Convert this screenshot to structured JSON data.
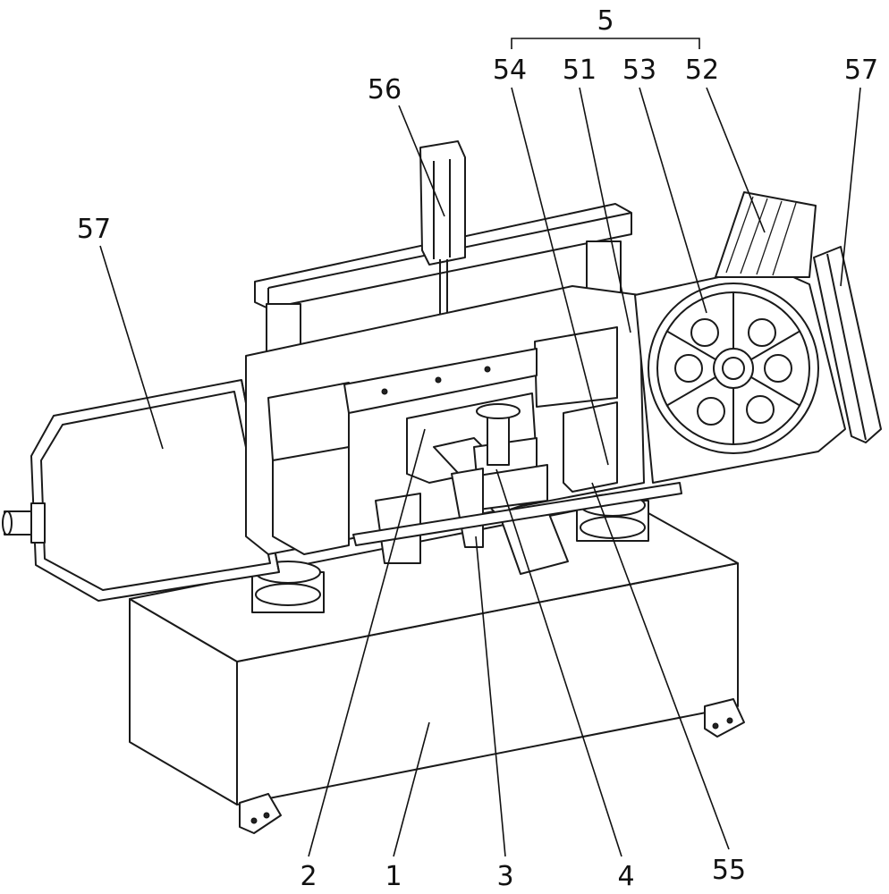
{
  "labels": {
    "l5": "5",
    "l54": "54",
    "l51": "51",
    "l53": "53",
    "l52": "52",
    "l57_right": "57",
    "l56": "56",
    "l57_left": "57",
    "l2": "2",
    "l1": "1",
    "l3": "3",
    "l4": "4",
    "l55": "55"
  }
}
